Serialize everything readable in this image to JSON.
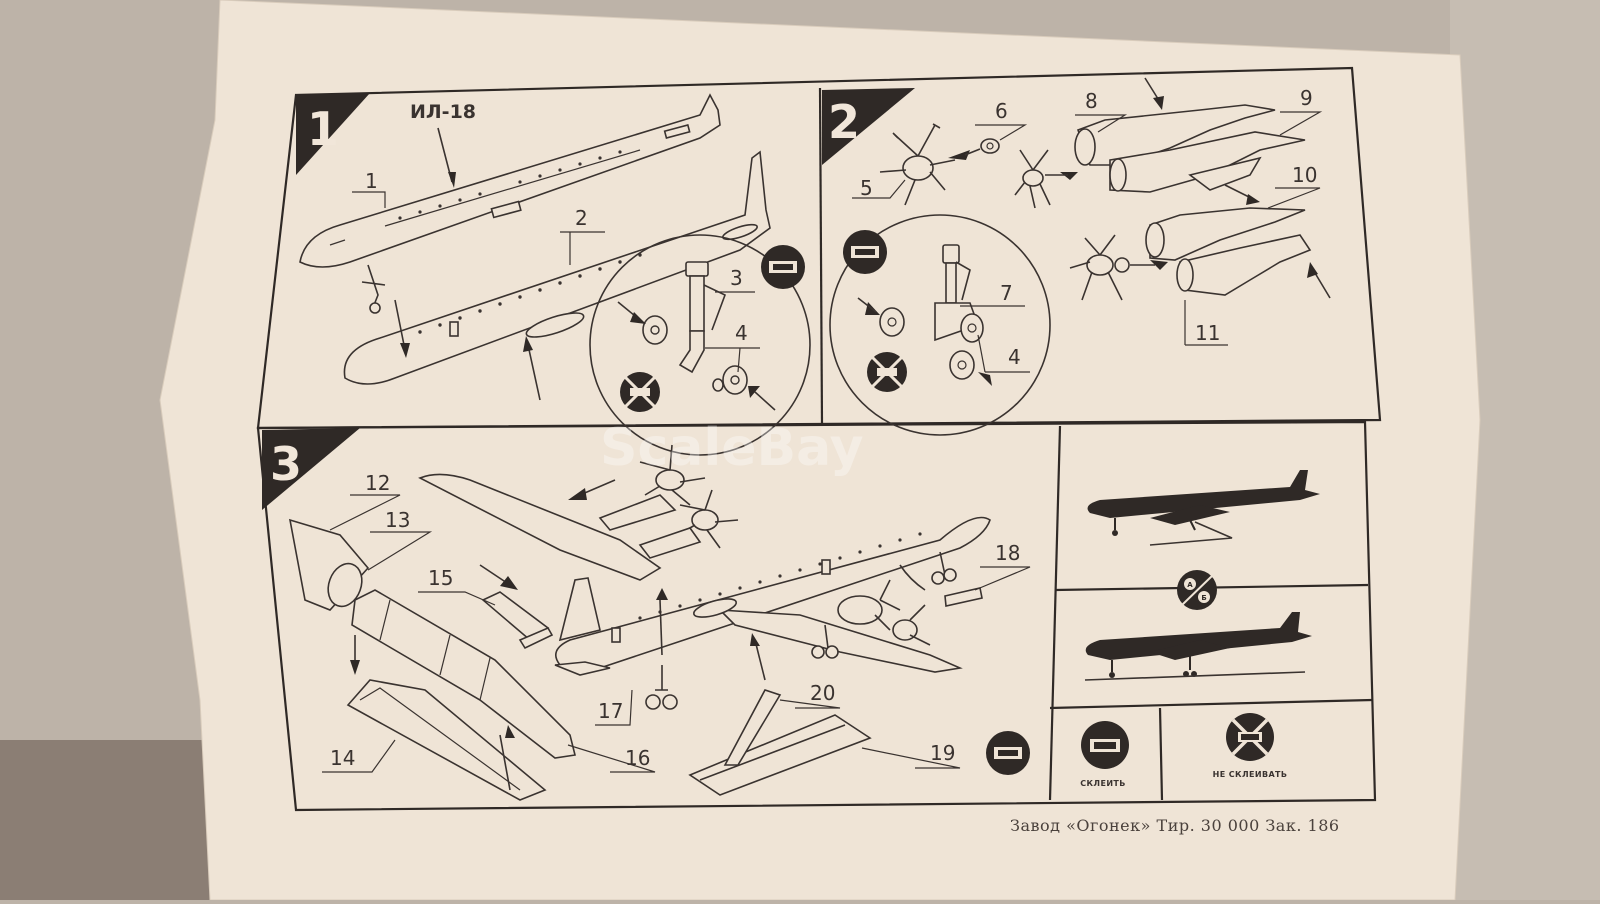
{
  "document": {
    "type": "model kit assembly instructions",
    "steps": [
      {
        "number": "1",
        "aircraft_label": "ИЛ-18",
        "part_numbers": [
          "1",
          "2",
          "3",
          "4"
        ]
      },
      {
        "number": "2",
        "part_numbers": [
          "5",
          "6",
          "7",
          "8",
          "9",
          "10",
          "11",
          "4"
        ]
      },
      {
        "number": "3",
        "part_numbers": [
          "12",
          "13",
          "14",
          "15",
          "16",
          "17",
          "18",
          "19",
          "20"
        ]
      }
    ],
    "legend": {
      "glue_label": "СКЛЕИТЬ",
      "no_glue_label": "НЕ СКЛЕИВАТЬ",
      "option_marks": [
        "А",
        "Б"
      ]
    },
    "watermark": "ScaleBay",
    "imprint": "Завод «Огонек» Тир. 30 000 Зак. 186"
  },
  "colors": {
    "paper": "#efe4d6",
    "ink": "#2f2926",
    "background": "#bdb3a8"
  }
}
